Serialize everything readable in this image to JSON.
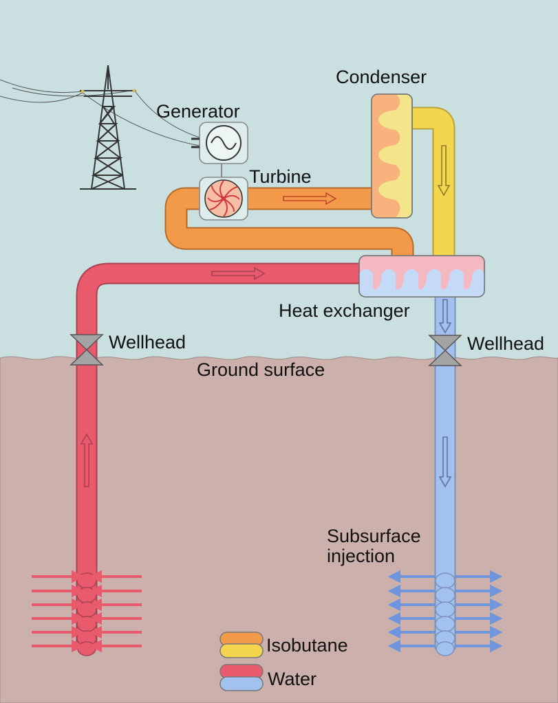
{
  "labels": {
    "condenser": "Condenser",
    "generator": "Generator",
    "turbine": "Turbine",
    "heat_exchanger": "Heat exchanger",
    "wellhead_left": "Wellhead",
    "wellhead_right": "Wellhead",
    "ground_surface": "Ground surface",
    "subsurface_line1": "Subsurface",
    "subsurface_line2": "injection"
  },
  "legend": {
    "isobutane": "Isobutane",
    "water": "Water"
  },
  "colors": {
    "sky": "#c9dfe0",
    "ground": "#cbb0ab",
    "hot_water": "#e95a6c",
    "cool_water": "#a3c1ee",
    "isobutane_hot": "#f39a4a",
    "isobutane_cool": "#f4d54e",
    "valve": "#a4a4a4"
  },
  "icons": {
    "tower": "power-transmission-tower-icon",
    "generator": "generator-sine-wave-icon",
    "turbine": "turbine-rotor-icon",
    "valve": "wellhead-valve-icon"
  }
}
